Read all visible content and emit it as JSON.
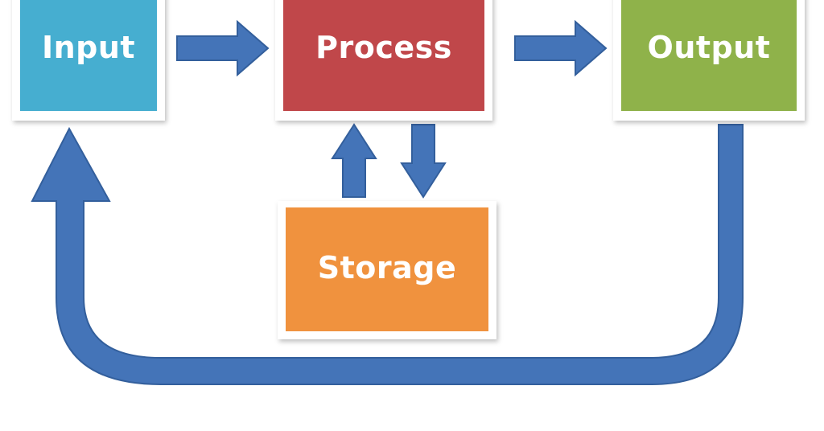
{
  "nodes": {
    "input": {
      "label": "Input",
      "color": "#46aed0"
    },
    "process": {
      "label": "Process",
      "color": "#c0474a"
    },
    "output": {
      "label": "Output",
      "color": "#8fb24a"
    },
    "storage": {
      "label": "Storage",
      "color": "#f0923e"
    }
  },
  "arrow_color": "#4474b8",
  "arrow_stroke_color": "#335f9c"
}
